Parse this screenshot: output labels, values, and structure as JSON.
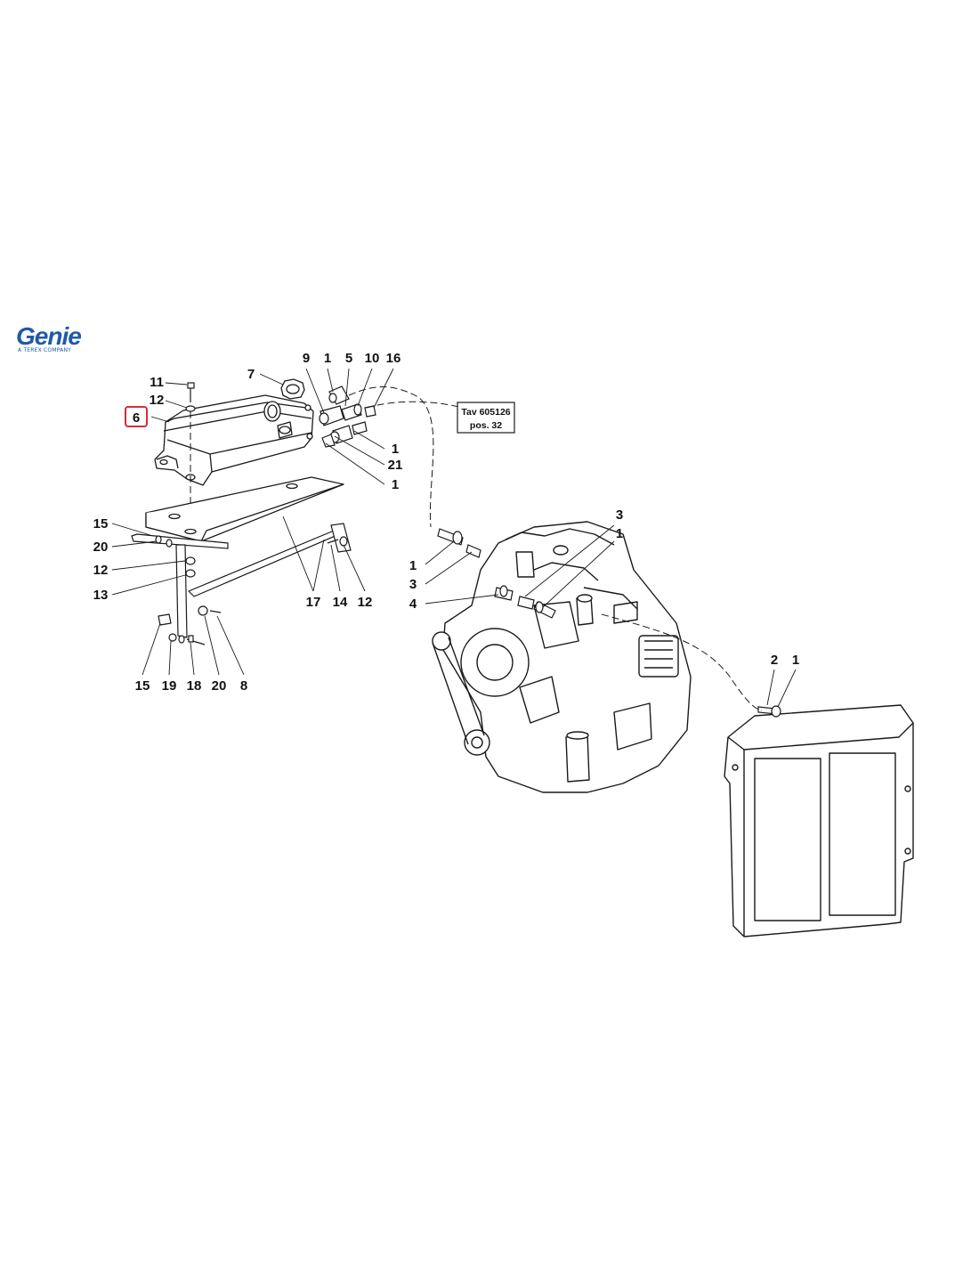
{
  "brand": {
    "logo_text": "Genie",
    "tagline": "A TEREX COMPANY",
    "color": "#1f5aa6"
  },
  "diagram": {
    "line_color": "#1a1a1a",
    "highlight_color": "#d62b3a",
    "callouts": [
      {
        "text": "11"
      },
      {
        "text": "12"
      },
      {
        "text": "6",
        "highlighted": true
      },
      {
        "text": "7"
      },
      {
        "text": "9"
      },
      {
        "text": "1"
      },
      {
        "text": "5"
      },
      {
        "text": "10"
      },
      {
        "text": "16"
      },
      {
        "text": "1"
      },
      {
        "text": "21"
      },
      {
        "text": "1"
      },
      {
        "text": "15"
      },
      {
        "text": "20"
      },
      {
        "text": "12"
      },
      {
        "text": "13"
      },
      {
        "text": "17"
      },
      {
        "text": "14"
      },
      {
        "text": "12"
      },
      {
        "text": "15"
      },
      {
        "text": "19"
      },
      {
        "text": "18"
      },
      {
        "text": "20"
      },
      {
        "text": "8"
      },
      {
        "text": "1"
      },
      {
        "text": "3"
      },
      {
        "text": "4"
      },
      {
        "text": "3"
      },
      {
        "text": "1"
      },
      {
        "text": "2"
      },
      {
        "text": "1"
      }
    ],
    "reference_box": {
      "line1": "Tav 605126",
      "line2": "pos. 32"
    }
  }
}
